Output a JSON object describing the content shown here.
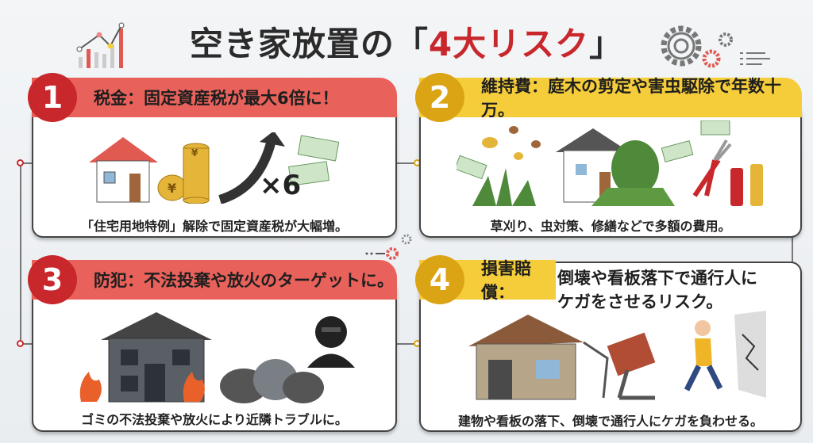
{
  "title": {
    "prefix": "空き家放置の「",
    "highlight": "4大リスク",
    "suffix": "」"
  },
  "colors": {
    "red": "#c8272b",
    "red_header": "#e8625b",
    "yellow": "#f5cd3a",
    "yellow_num": "#dba414"
  },
  "risks": [
    {
      "number": "1",
      "heading": "税金：固定資産税が最大6倍に！",
      "caption": "「住宅用地特例」解除で固定資産税が大幅増。",
      "multiplier": "×6"
    },
    {
      "number": "2",
      "heading": "維持費：庭木の剪定や害虫駆除で年数十万。",
      "caption": "草刈り、虫対策、修繕などで多額の費用。"
    },
    {
      "number": "3",
      "heading": "防犯：不法投棄や放火のターゲットに。",
      "caption": "ゴミの不法投棄や放火により近隣トラブルに。"
    },
    {
      "number": "4",
      "heading_label": "損害賠償：",
      "heading_line1": "倒壊や看板落下で通行人に",
      "heading_line2": "ケガをさせるリスク。",
      "caption": "建物や看板の落下、倒壊で通行人にケガを負わせる。"
    }
  ]
}
